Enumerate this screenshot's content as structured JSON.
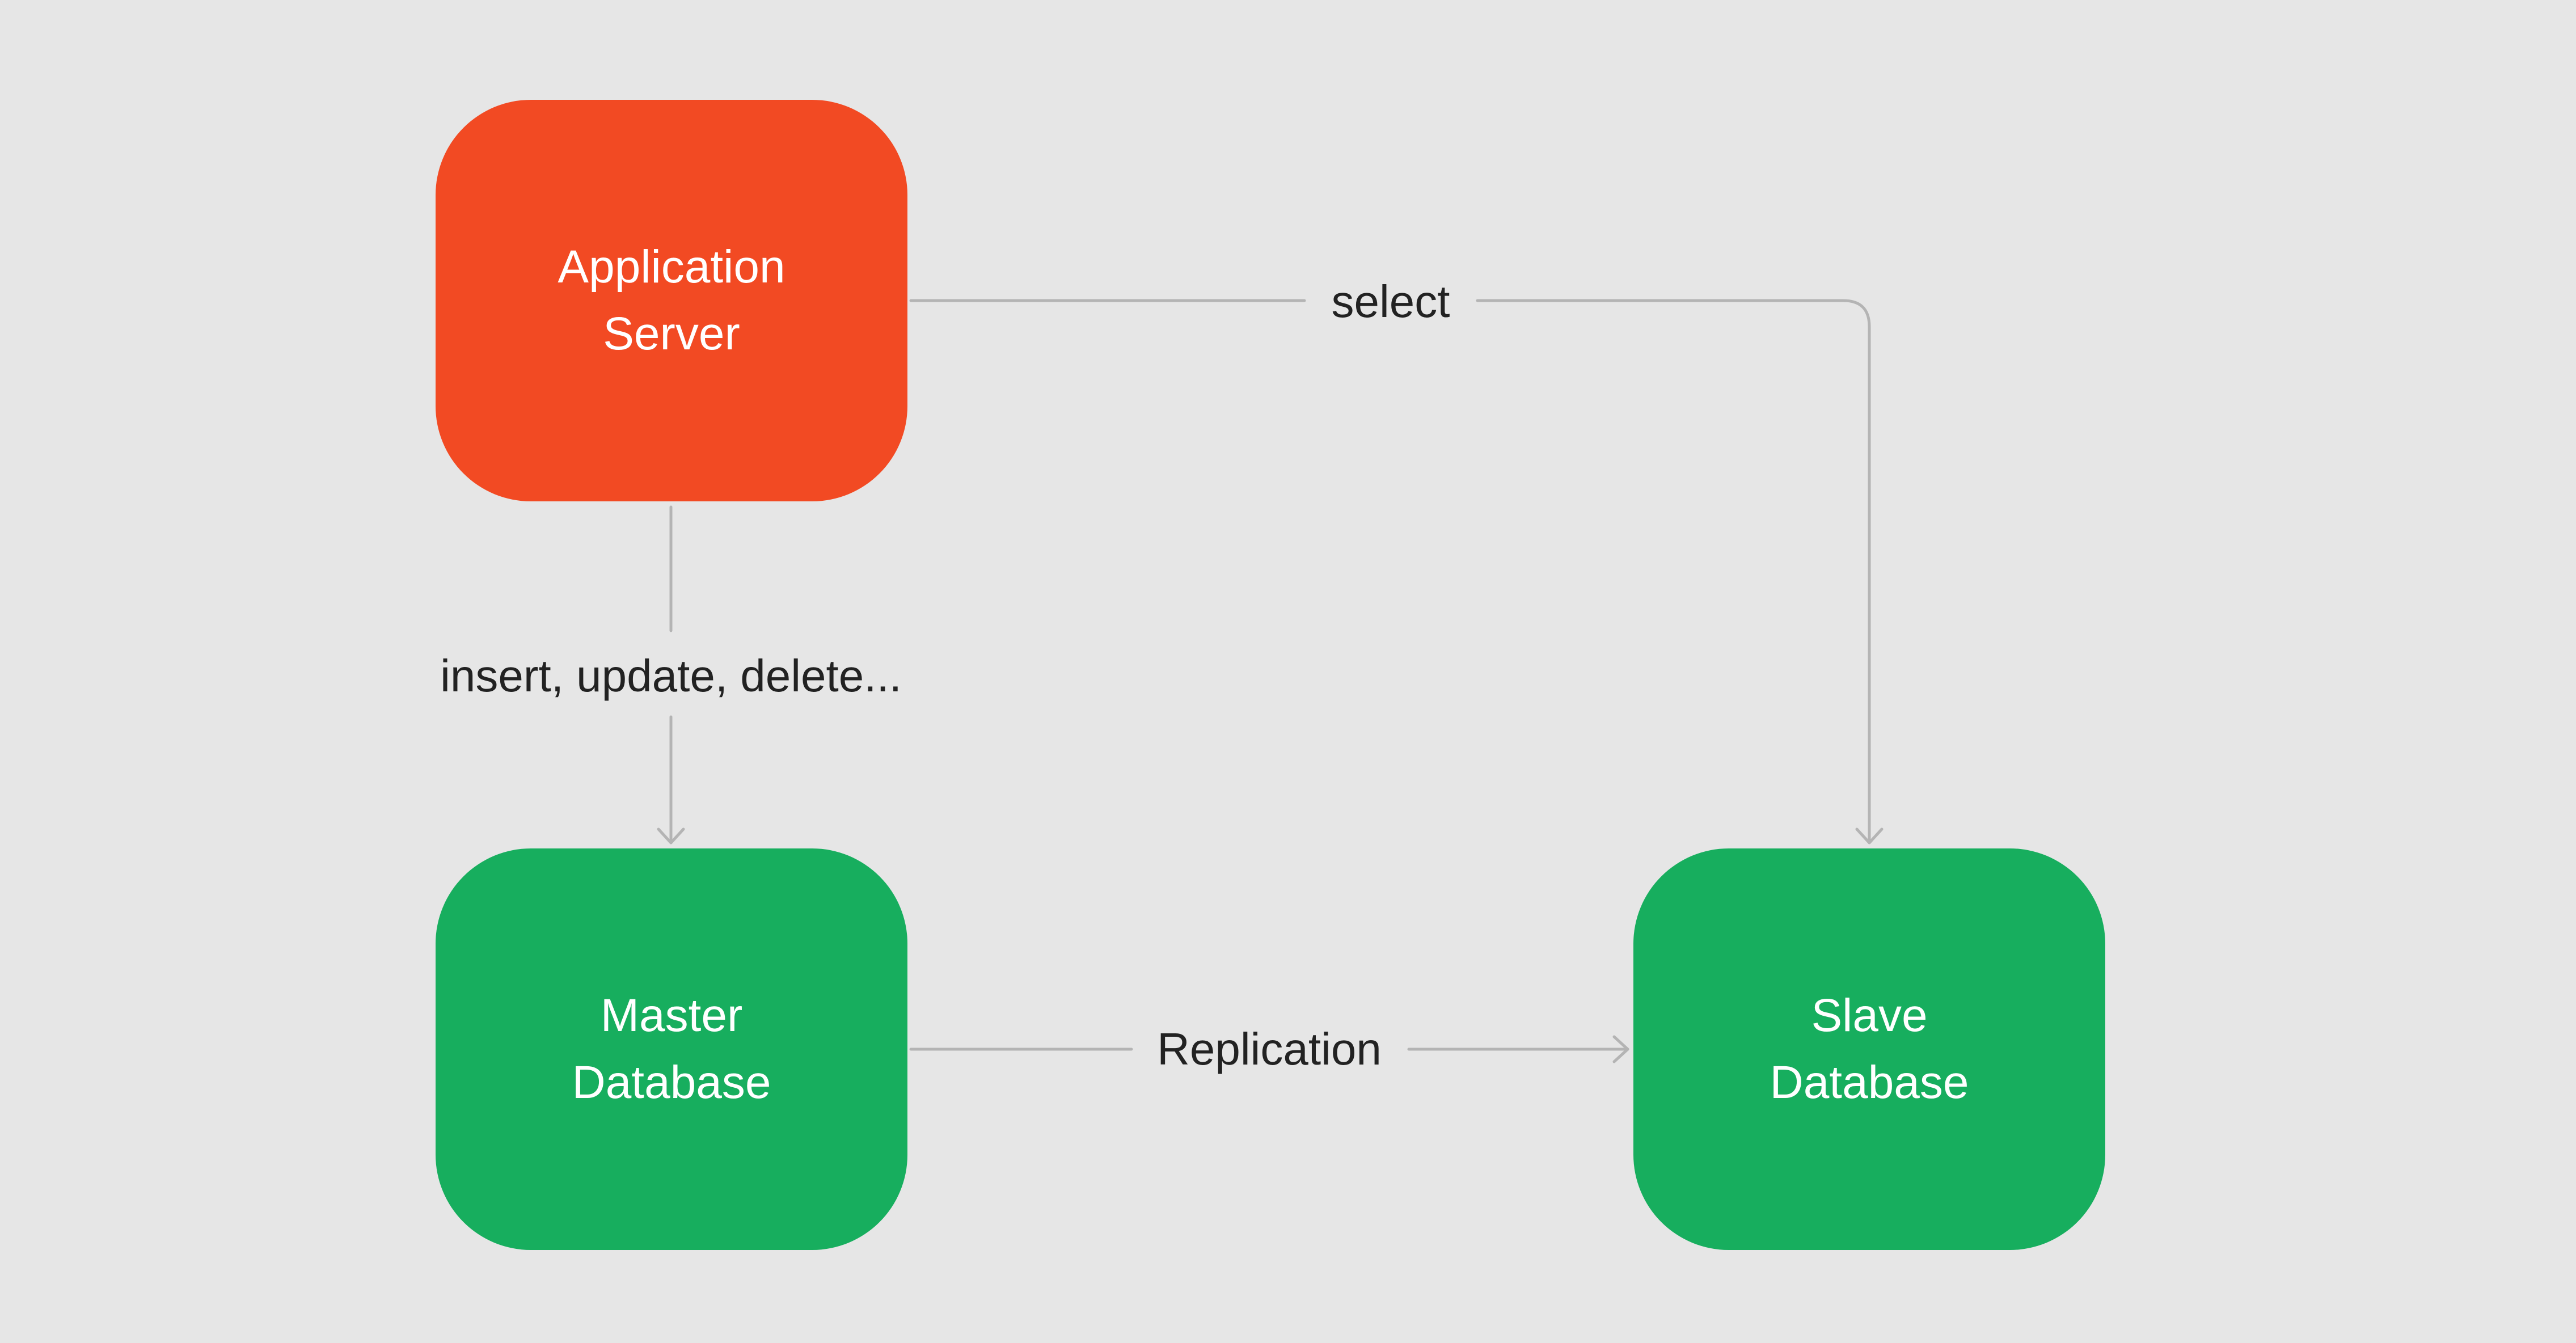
{
  "nodes": {
    "app_server": {
      "line1": "Application",
      "line2": "Server",
      "color": "#f24a23"
    },
    "master_db": {
      "line1": "Master",
      "line2": "Database",
      "color": "#17ae5e"
    },
    "slave_db": {
      "line1": "Slave",
      "line2": "Database",
      "color": "#17ae5e"
    }
  },
  "edges": {
    "select": {
      "label": "select",
      "from": "Application Server",
      "to": "Slave Database"
    },
    "write": {
      "label": "insert, update, delete...",
      "from": "Application Server",
      "to": "Master Database"
    },
    "replication": {
      "label": "Replication",
      "from": "Master Database",
      "to": "Slave Database"
    }
  },
  "colors": {
    "background": "#e6e6e6",
    "connector": "#b4b4b4",
    "label_text": "#222222"
  }
}
